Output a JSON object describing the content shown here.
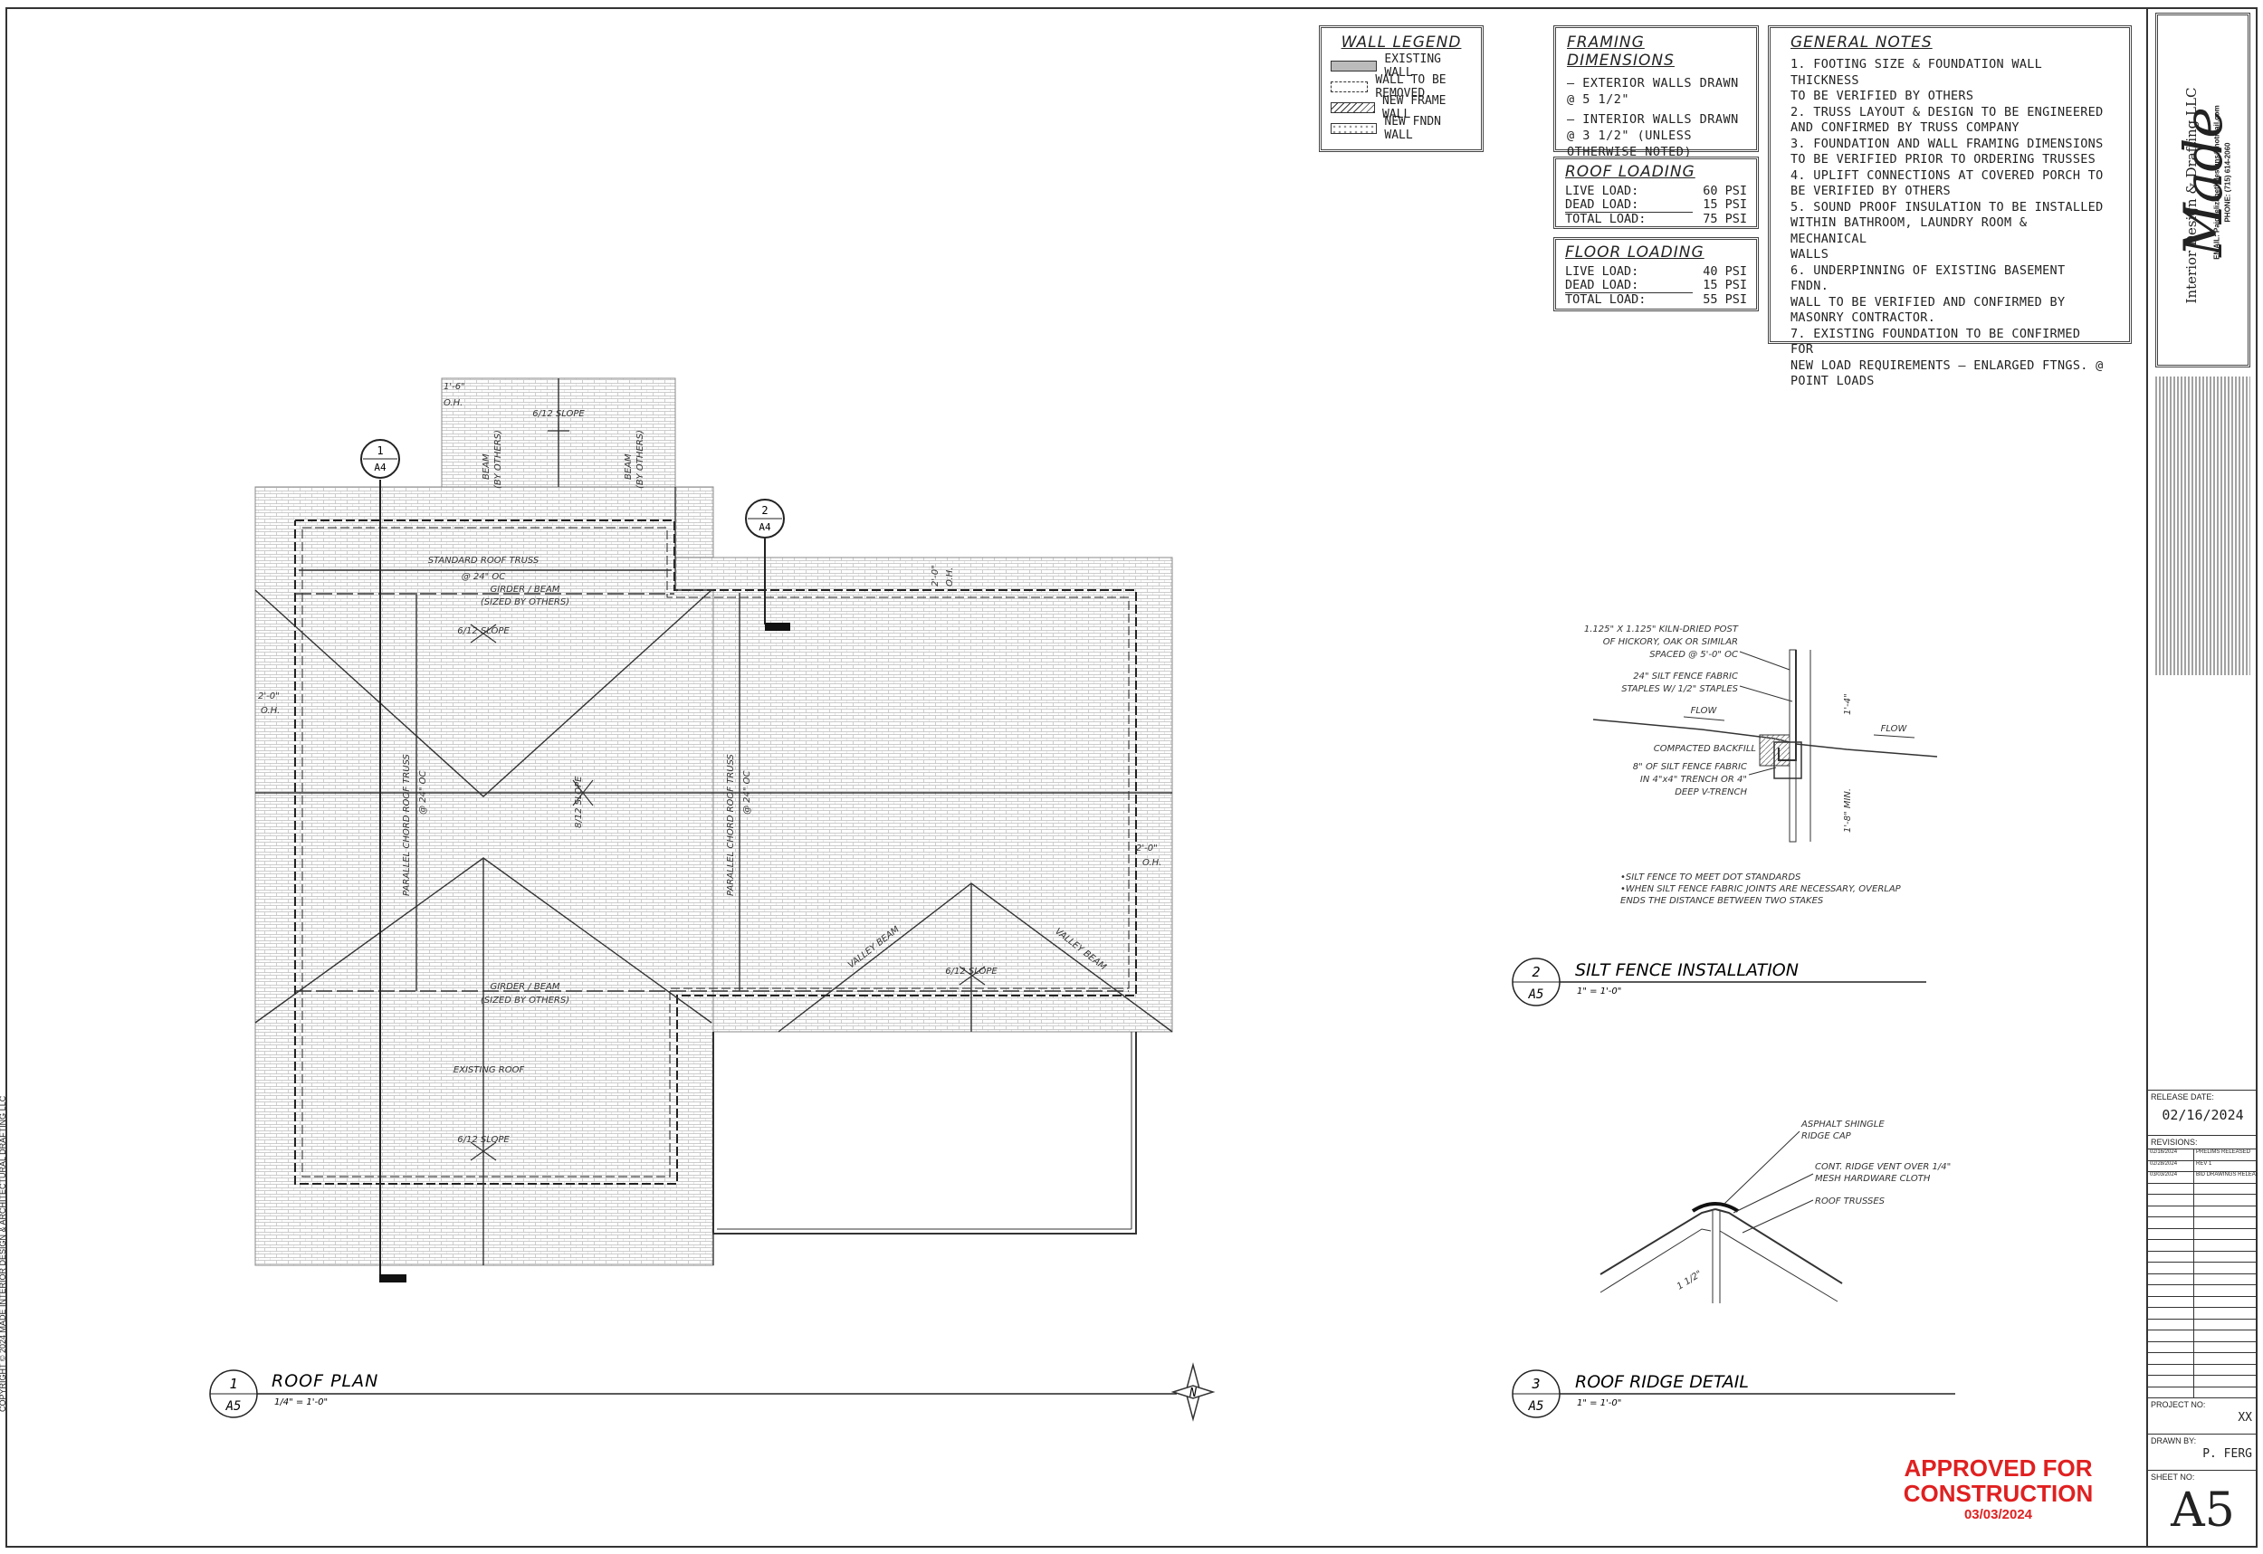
{
  "wall_legend": {
    "title": "WALL LEGEND",
    "items": [
      "EXISTING WALL",
      "WALL TO BE REMOVED",
      "NEW FRAME WALL",
      "NEW FNDN WALL"
    ]
  },
  "framing_dimensions": {
    "title": "FRAMING DIMENSIONS",
    "lines": [
      "– EXTERIOR WALLS DRAWN",
      "@ 5 1/2\"",
      "– INTERIOR WALLS DRAWN",
      "@ 3 1/2\" (UNLESS",
      "OTHERWISE NOTED)"
    ]
  },
  "roof_loading": {
    "title": "ROOF LOADING",
    "rows": [
      {
        "label": "LIVE LOAD:",
        "value": "60 PSI"
      },
      {
        "label": "DEAD LOAD:",
        "value": "15 PSI"
      },
      {
        "label": "TOTAL LOAD:",
        "value": "75 PSI"
      }
    ]
  },
  "floor_loading": {
    "title": "FLOOR LOADING",
    "rows": [
      {
        "label": "LIVE LOAD:",
        "value": "40 PSI"
      },
      {
        "label": "DEAD LOAD:",
        "value": "15 PSI"
      },
      {
        "label": "TOTAL LOAD:",
        "value": "55 PSI"
      }
    ]
  },
  "general_notes": {
    "title": "GENERAL NOTES",
    "lines": [
      "1. FOOTING SIZE & FOUNDATION WALL THICKNESS",
      "TO BE VERIFIED BY OTHERS",
      "2. TRUSS LAYOUT & DESIGN TO BE ENGINEERED",
      "AND CONFIRMED BY TRUSS COMPANY",
      "3. FOUNDATION AND WALL FRAMING DIMENSIONS",
      "TO BE VERIFIED PRIOR TO ORDERING TRUSSES",
      "4. UPLIFT CONNECTIONS AT COVERED PORCH TO",
      "BE VERIFIED BY OTHERS",
      "5. SOUND PROOF INSULATION TO BE INSTALLED",
      "WITHIN BATHROOM, LAUNDRY ROOM & MECHANICAL",
      "WALLS",
      "6. UNDERPINNING OF EXISTING BASEMENT FNDN.",
      "WALL TO BE VERIFIED AND CONFIRMED BY",
      "MASONRY CONTRACTOR.",
      "7. EXISTING FOUNDATION TO BE CONFIRMED FOR",
      "NEW LOAD REQUIREMENTS – ENLARGED FTNGS. @",
      "POINT LOADS"
    ]
  },
  "title_block": {
    "logo": "Made",
    "company": "Interior Design & Drafting LLC",
    "email": "EMAIL: Paigeelizabethdesigns@hotmail.com",
    "phone": "PHONE: (715) 614-2060",
    "release_date_label": "RELEASE DATE:",
    "release_date": "02/16/2024",
    "revisions_label": "REVISIONS:",
    "revisions": [
      {
        "date": "02/16/2024",
        "desc": "PRELIMS RELEASED"
      },
      {
        "date": "02/28/2024",
        "desc": "REV 1"
      },
      {
        "date": "03/03/2024",
        "desc": "BID DRAWINGS RELEASED"
      }
    ],
    "project_no_label": "PROJECT NO:",
    "project_no": "XX",
    "drawn_by_label": "DRAWN BY:",
    "drawn_by": "P. FERG",
    "sheet_no_label": "SHEET NO:",
    "sheet_no": "A5"
  },
  "details": {
    "roof_plan": {
      "num": "1",
      "sheet": "A5",
      "title": "ROOF PLAN",
      "scale": "1/4\" = 1'-0\""
    },
    "silt_fence": {
      "num": "2",
      "sheet": "A5",
      "title": "SILT FENCE INSTALLATION",
      "scale": "1\" = 1'-0\""
    },
    "ridge": {
      "num": "3",
      "sheet": "A5",
      "title": "ROOF RIDGE DETAIL",
      "scale": "1\" = 1'-0\""
    }
  },
  "plan_labels": {
    "standard_truss": "STANDARD ROOF TRUSS",
    "standard_truss_oc": "@ 24\" OC",
    "girder": "GIRDER / BEAM",
    "girder_sub": "(SIZED BY OTHERS)",
    "slope": "6/12 SLOPE",
    "slope_8": "8/12 SLOPE",
    "parallel_truss": "PARALLEL CHORD ROOF TRUSS",
    "parallel_truss_oc": "@ 24\" OC",
    "valley_beam": "VALLEY BEAM",
    "existing_roof": "EXISTING ROOF",
    "overhang_1": "1'-6\"",
    "overhang_2": "2'-0\"",
    "oh": "O.H.",
    "beam": "BEAM",
    "by_others": "(BY OTHERS)",
    "section_1": "1",
    "section_2": "2",
    "section_sheet": "A4",
    "north": "N"
  },
  "silt_labels": {
    "post": "1.125\" X 1.125\" KILN-DRIED POST",
    "post2": "OF HICKORY, OAK OR SIMILAR",
    "post3": "SPACED @ 5'-0\" OC",
    "fabric": "24\" SILT FENCE FABRIC",
    "fabric2": "STAPLES W/ 1/2\" STAPLES",
    "flow": "FLOW",
    "backfill": "COMPACTED BACKFILL",
    "trench": "8\" OF SILT FENCE FABRIC",
    "trench2": "IN 4\"x4\" TRENCH OR 4\"",
    "trench3": "DEEP V-TRENCH",
    "dim1": "1'-4\"",
    "dim2": "1'-8\" MIN.",
    "note1": "•SILT FENCE TO MEET DOT STANDARDS",
    "note2": "•WHEN SILT FENCE FABRIC JOINTS ARE NECESSARY, OVERLAP",
    "note3": "ENDS THE DISTANCE BETWEEN TWO STAKES"
  },
  "ridge_labels": {
    "cap": "ASPHALT SHINGLE",
    "cap2": "RIDGE CAP",
    "vent": "CONT. RIDGE VENT OVER 1/4\"",
    "vent2": "MESH HARDWARE CLOTH",
    "truss": "ROOF TRUSSES",
    "dim": "1 1/2\""
  },
  "approved": {
    "line1": "APPROVED FOR",
    "line2": "CONSTRUCTION",
    "date": "03/03/2024"
  },
  "copyright": "COPYRIGHT © 2024 MADE INTERIOR DESIGN & ARCHITECTURAL DRAFTING LLC"
}
